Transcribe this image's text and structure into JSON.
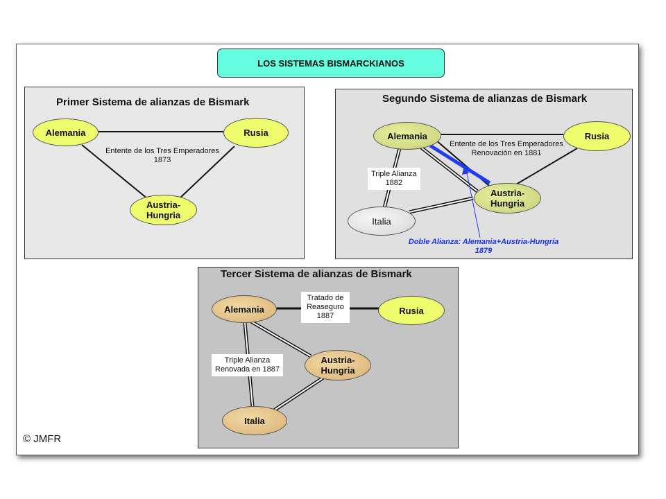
{
  "title": "LOS SISTEMAS BISMARCKIANOS",
  "panel1": {
    "title": "Primer Sistema de alianzas de Bismark",
    "nodes": {
      "alemania": "Alemania",
      "rusia": "Rusia",
      "austria_line1": "Austria-",
      "austria_line2": "Hungria"
    },
    "label_line1": "Entente de los Tres Emperadores",
    "label_line2": "1873"
  },
  "panel2": {
    "title": "Segundo Sistema de alianzas de Bismark",
    "nodes": {
      "alemania": "Alemania",
      "rusia": "Rusia",
      "austria_line1": "Austria-",
      "austria_line2": "Hungria",
      "italia": "Italia"
    },
    "entente_line1": "Entente de los Tres Emperadores",
    "entente_line2": "Renovación en 1881",
    "triple_line1": "Triple Alianza",
    "triple_line2": "1882",
    "doble_line1": "Doble Alianza: Alemania+Austria-Hungría",
    "doble_line2": "1879"
  },
  "panel3": {
    "title": "Tercer Sistema de alianzas de Bismark",
    "nodes": {
      "alemania": "Alemania",
      "rusia": "Rusia",
      "austria_line1": "Austria-",
      "austria_line2": "Hungria",
      "italia": "Italia"
    },
    "tratado_line1": "Tratado de",
    "tratado_line2": "Reaseguro",
    "tratado_line3": "1887",
    "triple_line1": "Triple Alianza",
    "triple_line2": "Renovada en 1887"
  },
  "copyright": "© JMFR",
  "colors": {
    "title_bg": "#66fce0",
    "panel1_bg": "#e8e8e8",
    "panel2_bg": "#e0e0e0",
    "panel3_bg": "#c4c4c4",
    "yellow_node": "#eefb6c",
    "tan_node": "#dcb77a",
    "blue_link": "#1f3cf0"
  }
}
